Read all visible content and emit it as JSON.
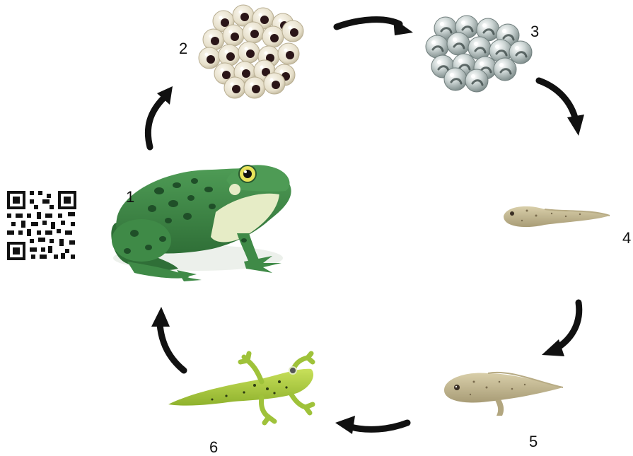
{
  "stages": [
    {
      "number": "1",
      "icon": "adult-frog-icon"
    },
    {
      "number": "2",
      "icon": "frog-eggs-icon"
    },
    {
      "number": "3",
      "icon": "developing-eggs-icon"
    },
    {
      "number": "4",
      "icon": "tadpole-icon"
    },
    {
      "number": "5",
      "icon": "tadpole-with-legs-icon"
    },
    {
      "number": "6",
      "icon": "froglet-icon"
    }
  ],
  "decorations": {
    "qr": "qr-code-icon"
  },
  "colors": {
    "frog_green": "#3f8a47",
    "frog_dark_spots": "#1f4f28",
    "frog_belly": "#e6ecc6",
    "egg_shell": "#eee8d6",
    "egg_yolk": "#2a1518",
    "dev_egg": "#b9c4c3",
    "tadpole": "#c6bb94",
    "froglet": "#b2d143",
    "arrow": "#111111"
  }
}
